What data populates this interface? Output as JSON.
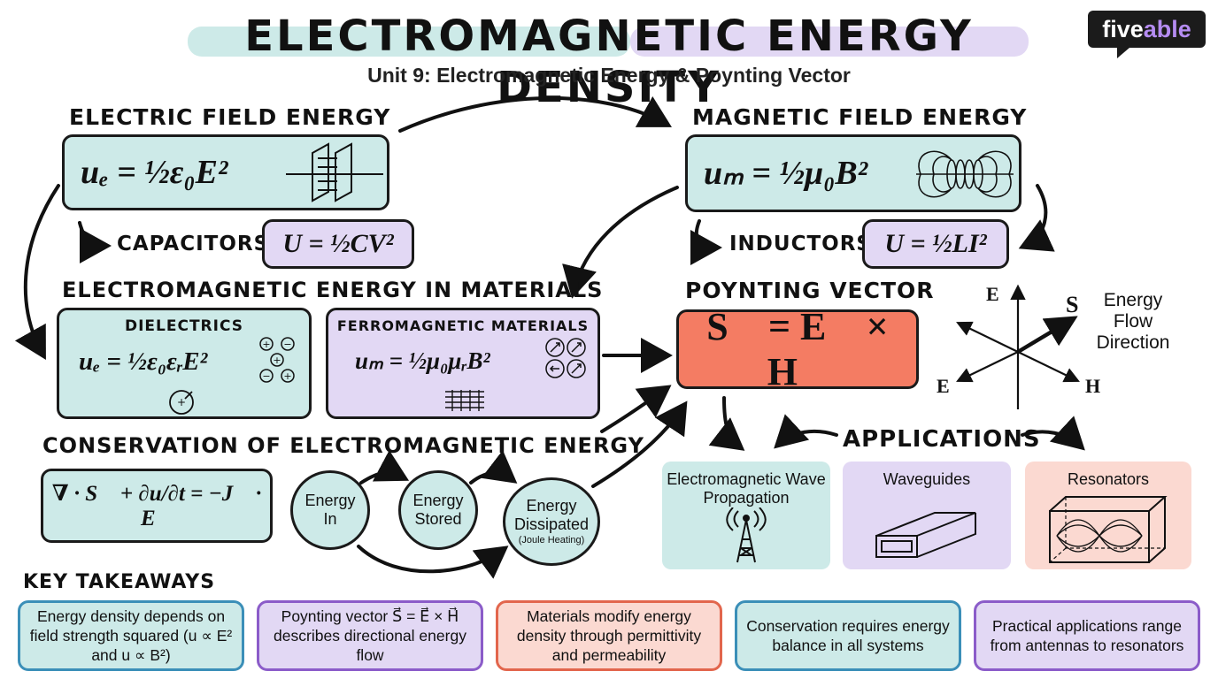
{
  "title": "ELECTROMAGNETIC ENERGY DENSITY",
  "subtitle": "Unit 9: Electromagnetic Energy & Poynting Vector",
  "logo": {
    "text_a": "five",
    "text_b": "able",
    "accent": "#b58cf2"
  },
  "electric": {
    "heading": "ELECTRIC FIELD ENERGY",
    "formula": "uₑ = ½ε₀E²",
    "capacitors_label": "CAPACITORS",
    "capacitors_formula": "U = ½CV²"
  },
  "magnetic": {
    "heading": "MAGNETIC FIELD ENERGY",
    "formula": "uₘ = ½μ₀B²",
    "inductors_label": "INDUCTORS",
    "inductors_formula": "U = ½LI²"
  },
  "materials": {
    "heading": "ELECTROMAGNETIC ENERGY IN MATERIALS",
    "dielectrics_title": "DIELECTRICS",
    "dielectrics_formula": "uₑ = ½ε₀εᵣE²",
    "ferro_title": "FERROMAGNETIC MATERIALS",
    "ferro_formula": "uₘ = ½μ₀μᵣB²"
  },
  "poynting": {
    "heading": "POYNTING VECTOR",
    "formula": "S⃗ = E⃗ × H⃗",
    "axes": {
      "e_top": "E⃗",
      "s": "S⃗",
      "e_bottom": "E⃗",
      "h": "H⃗"
    },
    "flow_label": "Energy Flow Direction"
  },
  "conservation": {
    "heading": "CONSERVATION OF ELECTROMAGNETIC ENERGY",
    "formula": "∇ · S⃗ + ∂u/∂t = −J⃗ · E⃗",
    "energy_in": "Energy In",
    "energy_stored": "Energy Stored",
    "energy_dissipated": "Energy Dissipated",
    "joule": "(Joule Heating)"
  },
  "applications": {
    "heading": "APPLICATIONS",
    "items": [
      "Electromagnetic Wave Propagation",
      "Waveguides",
      "Resonators"
    ]
  },
  "takeaways": {
    "heading": "KEY TAKEAWAYS",
    "items": [
      "Energy density depends on field strength squared (u ∝ E² and u ∝ B²)",
      "Poynting vector S⃗ = E⃗ × H⃗ describes directional energy flow",
      "Materials modify energy density through permittivity and permeability",
      "Conservation requires energy balance in all systems",
      "Practical applications range from antennas to resonators"
    ]
  },
  "colors": {
    "teal": "#cdeae8",
    "lavender": "#e2d8f4",
    "coral": "#f47c63",
    "pink": "#fbd9d1"
  }
}
